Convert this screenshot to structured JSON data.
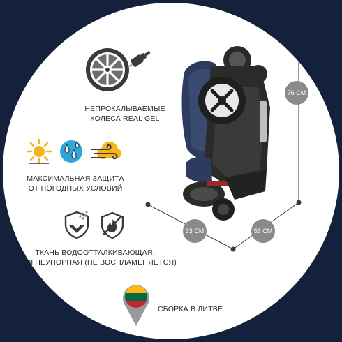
{
  "features": {
    "wheels": {
      "line1": "НЕПРОКАЛЫВАЕМЫЕ",
      "line2": "КОЛЕСА REAL GEL"
    },
    "weather": {
      "line1": "МАКСИМАЛЬНАЯ ЗАЩИТА",
      "line2": "ОТ ПОГОДНЫХ УСЛОВИЙ"
    },
    "fabric": {
      "line1": "ТКАНЬ ВОДООТТАЛКИВАЮЩАЯ,",
      "line2": "ОГНЕУПОРНАЯ (НЕ ВОСПЛАМЕНЯЕТСЯ)"
    },
    "origin": {
      "label": "СБОРКА В ЛИТВЕ"
    }
  },
  "dimensions": {
    "height": "76 СМ",
    "depth": "33 СМ",
    "width": "55 СМ"
  },
  "icons": {
    "wheel": "gel-wheel-icon",
    "sun": "sun-icon",
    "rain": "rain-drops-icon",
    "wind": "wind-icon",
    "water_repellent": "water-repellent-icon",
    "fire_shield": "fire-shield-icon",
    "flag_pin": "lithuania-flag-pin-icon"
  },
  "colors": {
    "background": "#14213d",
    "icon_dark": "#3a3a3a",
    "accent_yellow": "#f3b51b",
    "accent_blue": "#2fa6d8",
    "dimension_gray": "#8a8a8a",
    "flag_yellow": "#fdb913",
    "flag_green": "#006a44",
    "flag_red": "#c1272d"
  }
}
